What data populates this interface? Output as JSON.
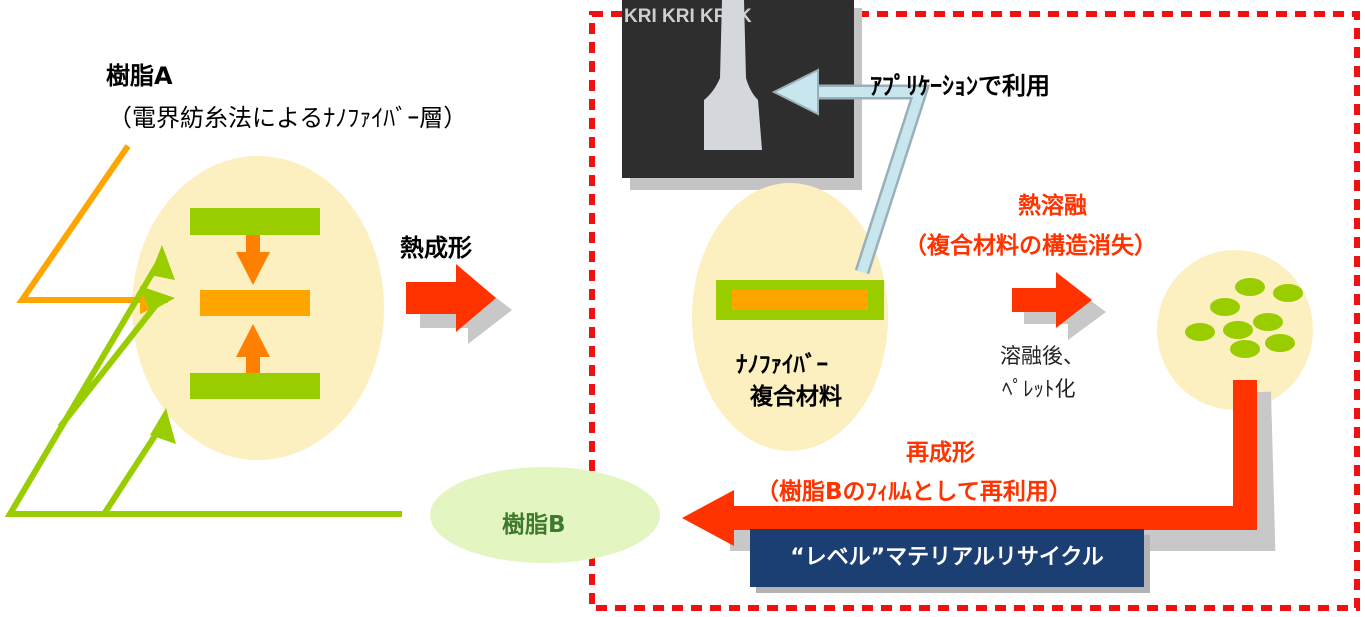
{
  "resin_a": {
    "title": "樹脂A",
    "subtitle": "（電界紡糸法によるﾅﾉﾌｧｲﾊﾞｰ層）"
  },
  "thermoforming": "熱成形",
  "application_use": "ｱﾌﾟﾘｹｰｼｮﾝで利用",
  "photo": {
    "watermark": "KRI KRI KRI K"
  },
  "nanofiber_composite": {
    "line1": "ﾅﾉﾌｧｲﾊﾞｰ",
    "line2": "複合材料"
  },
  "heat_melting": {
    "title": "熱溶融",
    "subtitle": "（複合材料の構造消失）"
  },
  "after_melting": {
    "line1": "溶融後、",
    "line2": "ﾍﾟﾚｯﾄ化"
  },
  "remolding": {
    "title": "再成形",
    "subtitle": "（樹脂Bのﾌｨﾙﾑとして再利用）"
  },
  "resin_b": "樹脂B",
  "level_recycle": "“レベル”マテリアルリサイクル",
  "colors": {
    "orange": "#ffa500",
    "green": "#9acd00",
    "red": "#ff3300",
    "pale_yellow": "#fcefc0",
    "pale_green": "#e3f5c0",
    "navy": "#1b3f73",
    "light_blue": "#c8e6ee",
    "dashed_border": "#ee1111"
  }
}
